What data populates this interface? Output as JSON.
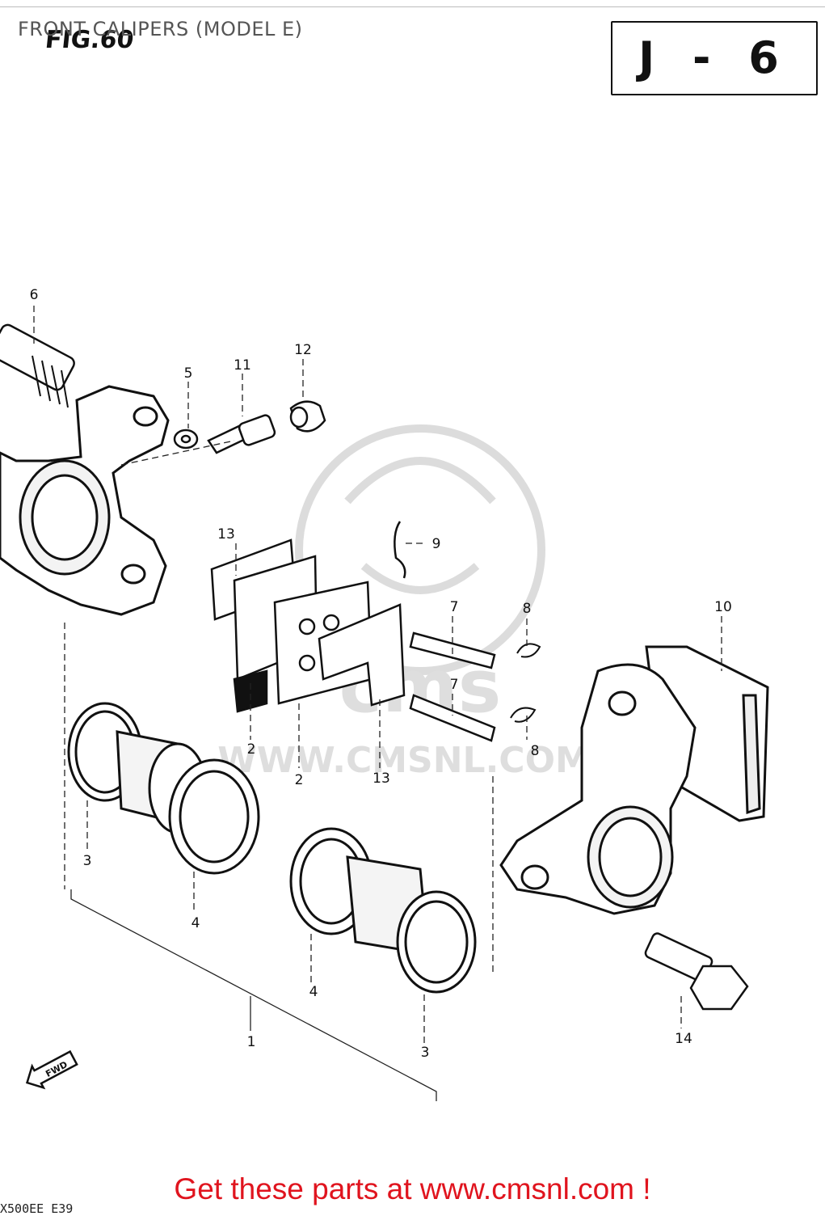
{
  "header": {
    "title": "FRONT CALIPERS (MODEL E)",
    "figure": "FIG.60",
    "ref": "J - 6"
  },
  "callouts": {
    "c1": "1",
    "c2a": "2",
    "c2b": "2",
    "c3a": "3",
    "c3b": "3",
    "c4a": "4",
    "c4b": "4",
    "c5": "5",
    "c6": "6",
    "c7a": "7",
    "c7b": "7",
    "c8a": "8",
    "c8b": "8",
    "c9": "9",
    "c10": "10",
    "c11": "11",
    "c12": "12",
    "c13a": "13",
    "c13b": "13",
    "c14": "14"
  },
  "fwd_label": "FWD",
  "watermark": {
    "logo": "cms",
    "url": "WWW.CMSNL.COM"
  },
  "footer": {
    "model_code": "X500EE  E39",
    "cta": "Get these parts at www.cmsnl.com !"
  },
  "colors": {
    "ink": "#111111",
    "watermark": "#d9d9d9",
    "cta": "#e0141e"
  }
}
